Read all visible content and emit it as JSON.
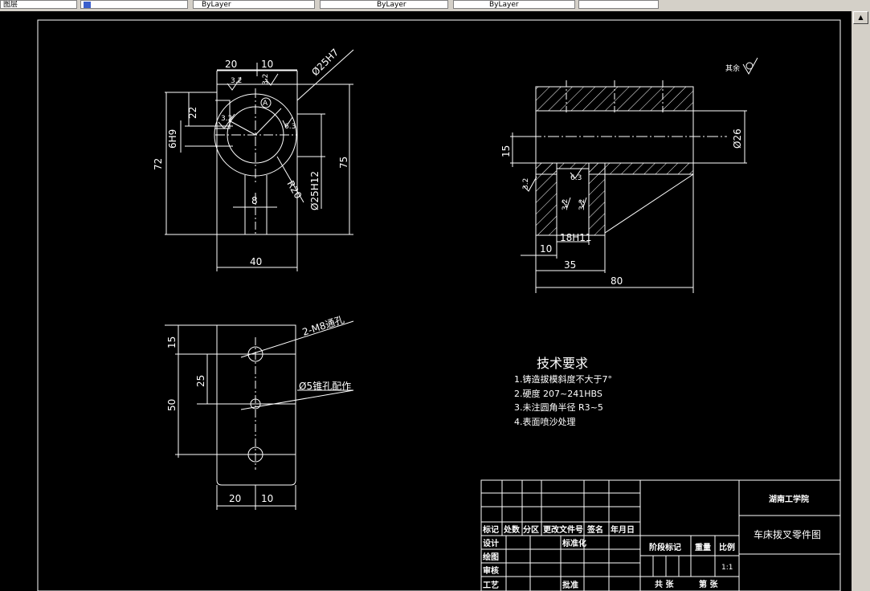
{
  "toolbar": {
    "fields": [
      "ByLayer",
      "ByLayer",
      "ByLayer"
    ],
    "left_label": "图层"
  },
  "view1": {
    "dims": {
      "top20": "20",
      "top10": "10",
      "d25h7": "Ø25H7",
      "d22": "22",
      "d6h9": "6H9",
      "d72": "72",
      "d75": "75",
      "d8": "8",
      "r20": "R20",
      "d25h12": "Ø25H12",
      "d40": "40"
    },
    "rough": [
      "3.2",
      "3.2",
      "3.2",
      "6.3"
    ],
    "datum": "A"
  },
  "view2": {
    "dims": {
      "d15": "15",
      "d26": "Ø26",
      "d18h11": "18H11",
      "d10": "10",
      "d35": "35",
      "d80": "80"
    },
    "rough": [
      "6.3",
      "3.2",
      "3.2",
      "3.2"
    ],
    "rest_label": "其余"
  },
  "view3": {
    "dims": {
      "d15": "15",
      "d25": "25",
      "d50": "50",
      "d20": "20",
      "d10": "10",
      "holes": "2-M8通孔",
      "pin": "Ø5锥孔配作"
    }
  },
  "tech": {
    "title": "技术要求",
    "items": [
      "1.铸造拔模斜度不大于7°",
      "2.硬度 207~241HBS",
      "3.未注圆角半径 R3~5",
      "4.表面喷沙处理"
    ]
  },
  "titleblock": {
    "school": "湖南工学院",
    "drawing_name": "车床拨叉零件图",
    "header_row": [
      "标记",
      "处数",
      "分区",
      "更改文件号",
      "签名",
      "年月日"
    ],
    "rows": [
      "设计",
      "绘图",
      "审核",
      "工艺"
    ],
    "std": "标准化",
    "approve": "批准",
    "stage": "阶段标记",
    "weight": "重量",
    "scale_label": "比例",
    "scale": "1:1",
    "total": "共  张",
    "sheet": "第  张"
  }
}
